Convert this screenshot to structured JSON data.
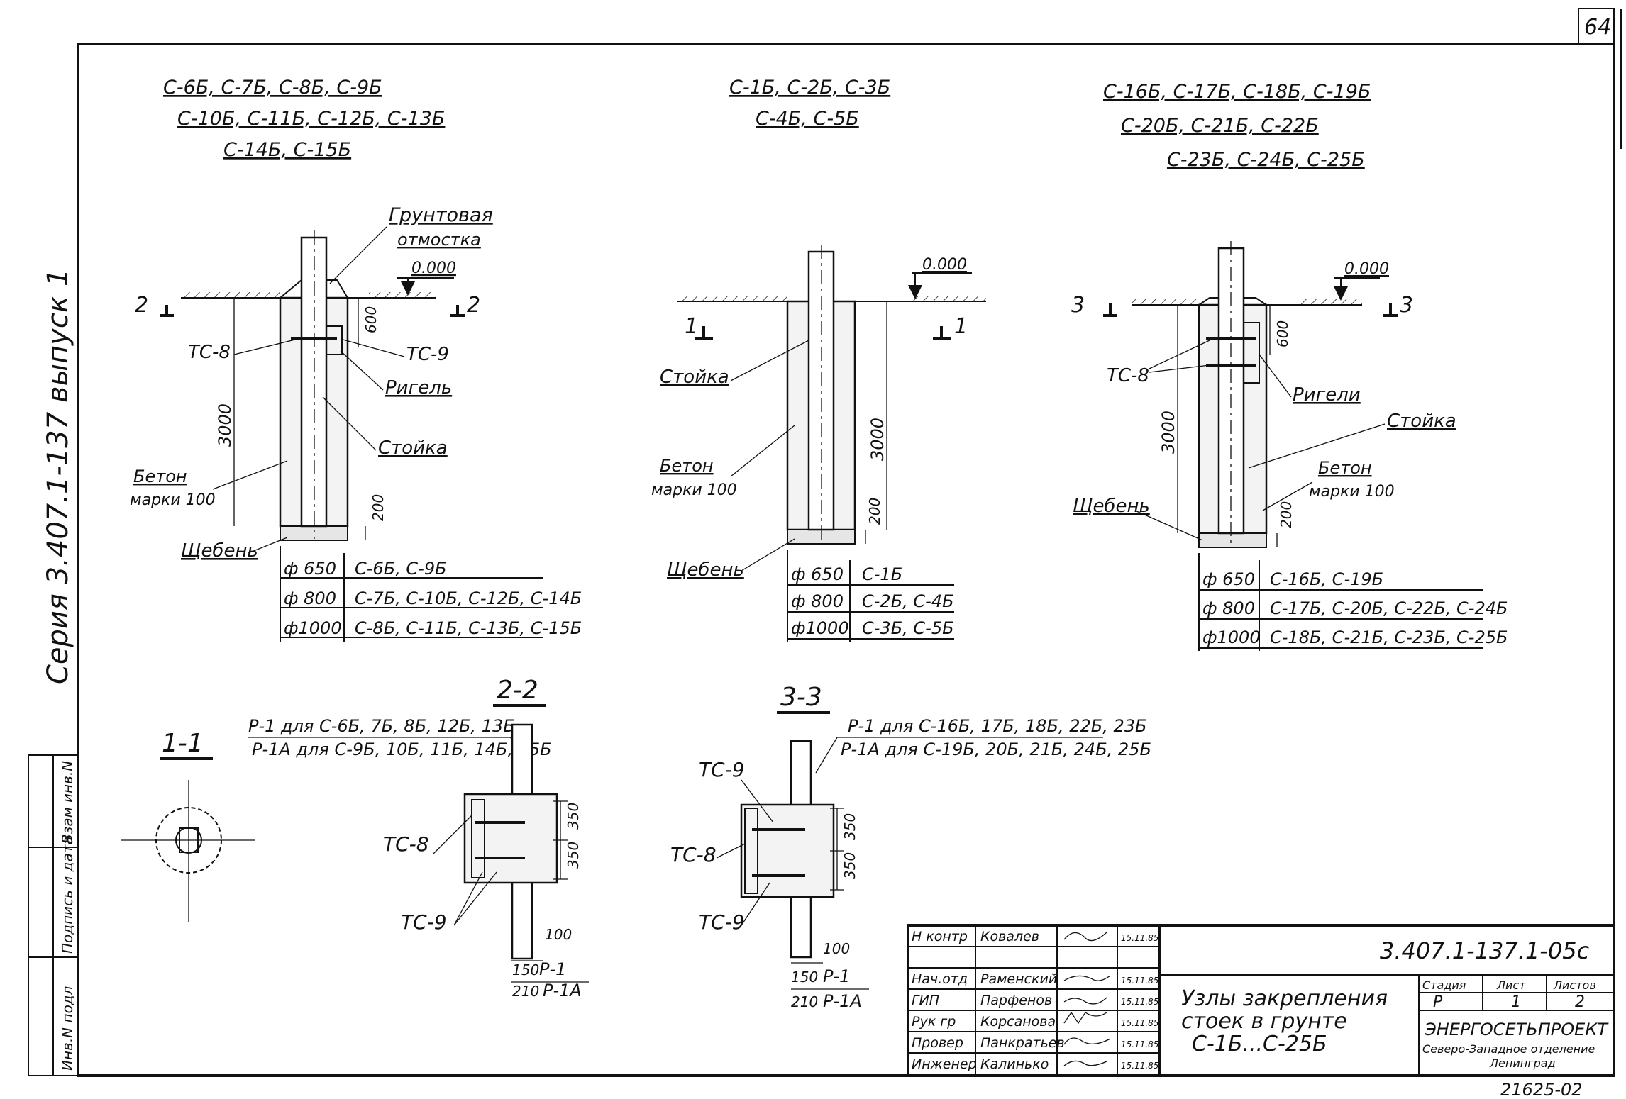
{
  "sheet_number": "64",
  "side_series": "Серия 3.407.1-137 выпуск 1",
  "side_stamp": [
    "Инв.N подл",
    "Подпись и дата",
    "Взам инв.N"
  ],
  "left": {
    "header": [
      "С-6Б, С-7Б, С-8Б, С-9Б",
      "С-10Б, С-11Б, С-12Б, С-13Б",
      "С-14Б, С-15Б"
    ],
    "label_soil": "Грунтовая",
    "label_blind": "отмостка",
    "level": "0.000",
    "cut_a": "2",
    "cut_b": "2",
    "dim_600": "600",
    "dim_3000": "3000",
    "dim_200": "200",
    "tc8": "ТС-8",
    "tc9": "ТС-9",
    "rigel": "Ригель",
    "stoyka": "Стойка",
    "beton_1": "Бетон",
    "beton_2": "марки 100",
    "shcheben": "Щебень",
    "table": [
      {
        "d": "ф 650",
        "items": "С-6Б, С-9Б"
      },
      {
        "d": "ф 800",
        "items": "С-7Б, С-10Б, С-12Б, С-14Б"
      },
      {
        "d": "ф1000",
        "items": "С-8Б, С-11Б, С-13Б, С-15Б"
      }
    ]
  },
  "middle": {
    "header": [
      "С-1Б, С-2Б, С-3Б",
      "С-4Б, С-5Б"
    ],
    "level": "0.000",
    "cut_a": "1",
    "cut_b": "1",
    "dim_3000": "3000",
    "dim_200": "200",
    "stoyka": "Стойка",
    "beton_1": "Бетон",
    "beton_2": "марки 100",
    "shcheben": "Щебень",
    "table": [
      {
        "d": "ф 650",
        "items": "С-1Б"
      },
      {
        "d": "ф 800",
        "items": "С-2Б, С-4Б"
      },
      {
        "d": "ф1000",
        "items": "С-3Б, С-5Б"
      }
    ]
  },
  "right": {
    "header": [
      "С-16Б, С-17Б, С-18Б, С-19Б",
      "С-20Б, С-21Б, С-22Б",
      "С-23Б, С-24Б, С-25Б"
    ],
    "level": "0.000",
    "cut_a": "3",
    "cut_b": "3",
    "dim_600": "600",
    "dim_3000": "3000",
    "dim_200": "200",
    "tc8": "ТС-8",
    "rigeli": "Ригели",
    "stoyka": "Стойка",
    "beton_1": "Бетон",
    "beton_2": "марки 100",
    "shcheben": "Щебень",
    "table": [
      {
        "d": "ф 650",
        "items": "С-16Б, С-19Б"
      },
      {
        "d": "ф 800",
        "items": "С-17Б, С-20Б, С-22Б, С-24Б"
      },
      {
        "d": "ф1000",
        "items": "С-18Б, С-21Б, С-23Б, С-25Б"
      }
    ]
  },
  "section_1": {
    "title": "1-1"
  },
  "section_2": {
    "title": "2-2",
    "note_1": "Р-1 для С-6Б, 7Б, 8Б, 12Б, 13Б",
    "note_2": "Р-1А для С-9Б, 10Б, 11Б, 14Б, 15Б",
    "tc8": "ТС-8",
    "tc9": "ТС-9",
    "dim_350a": "350",
    "dim_350b": "350",
    "dim_100": "100",
    "dim_150": "150",
    "dim_210": "210",
    "p1": "Р-1",
    "p1a": "Р-1А"
  },
  "section_3": {
    "title": "3-3",
    "note_1": "Р-1 для С-16Б, 17Б, 18Б, 22Б, 23Б",
    "note_2": "Р-1А для С-19Б, 20Б, 21Б, 24Б, 25Б",
    "tc9a": "ТС-9",
    "tc8": "ТС-8",
    "tc9b": "ТС-9",
    "dim_350a": "350",
    "dim_350b": "350",
    "dim_100": "100",
    "dim_150": "150",
    "dim_210": "210",
    "p1": "Р-1",
    "p1a": "Р-1А"
  },
  "title_block": {
    "doc_code": "3.407.1-137.1-05с",
    "rows": [
      {
        "role": "Н контр",
        "name": "Ковалев",
        "date": "15.11.85"
      },
      {
        "role": "Нач.отд",
        "name": "Раменский",
        "date": "15.11.85"
      },
      {
        "role": "ГИП",
        "name": "Парфенов",
        "date": "15.11.85"
      },
      {
        "role": "Рук гр",
        "name": "Корсанова",
        "date": "15.11.85"
      },
      {
        "role": "Провер",
        "name": "Панкратьев",
        "date": "15.11.85"
      },
      {
        "role": "Инженер",
        "name": "Калинько",
        "date": "15.11.85"
      }
    ],
    "title_1": "Узлы закрепления",
    "title_2": "стоек в грунте",
    "title_3": "С-1Б...С-25Б",
    "stage_h": "Стадия",
    "sheet_h": "Лист",
    "sheets_h": "Листов",
    "stage": "Р",
    "sheet": "1",
    "sheets": "2",
    "org_1": "ЭНЕРГОСЕТЬПРОЕКТ",
    "org_2": "Северо-Западное отделение",
    "org_3": "Ленинград"
  },
  "bottom_number": "21625-02"
}
